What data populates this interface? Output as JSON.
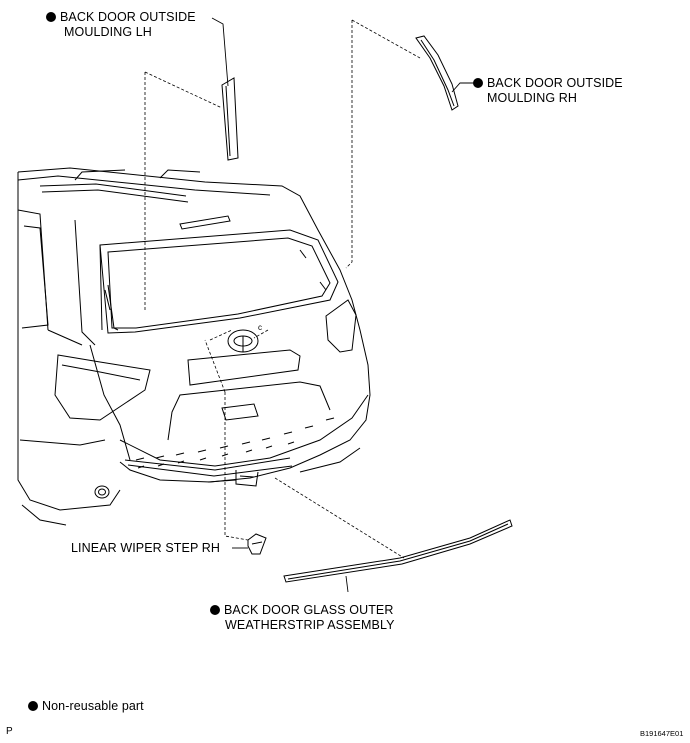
{
  "callouts": {
    "lh_line1": "BACK DOOR OUTSIDE",
    "lh_line2": "MOULDING LH",
    "rh_line1": "BACK DOOR OUTSIDE",
    "rh_line2": "MOULDING RH",
    "wiper_step": "LINEAR WIPER STEP RH",
    "weatherstrip_line1": "BACK DOOR GLASS OUTER",
    "weatherstrip_line2": "WEATHERSTRIP ASSEMBLY"
  },
  "legend": {
    "text": "Non-reusable part"
  },
  "footer": {
    "page_mark": "P",
    "figure_code": "B191647E01"
  },
  "icons": {
    "non_reusable_marker": "filled-circle-icon"
  },
  "colors": {
    "ink": "#000000",
    "background": "#ffffff"
  }
}
